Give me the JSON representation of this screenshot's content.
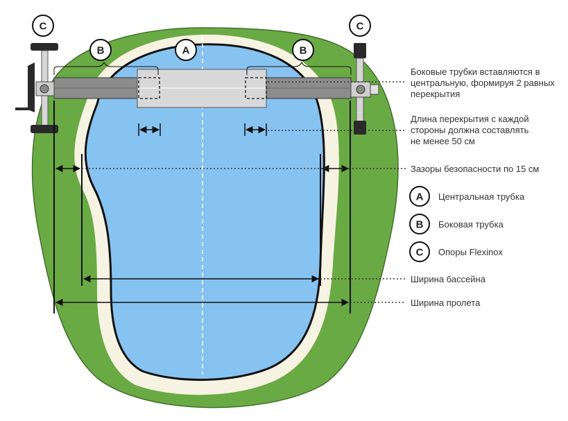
{
  "colors": {
    "grass": "#6aaa44",
    "grass_edge": "#3f6f2a",
    "coping": "#f7f3e3",
    "water": "#87c3f1",
    "pool_outline": "#111111",
    "tube_center": "#d8d8d8",
    "tube_side": "#8c8c8c",
    "support": "#2a2a2a",
    "text": "#333333"
  },
  "badges": {
    "a": "A",
    "b": "B",
    "c": "C"
  },
  "annotations": {
    "overlap_insert": "Боковые трубки вставляются в центральную, формируя 2 равных перекрытия",
    "overlap_insert_line1": "Боковые трубки вставляются в",
    "overlap_insert_line2": "центральную, формируя 2 равных",
    "overlap_insert_line3": "перекрытия",
    "overlap_length_line1": "Длина перекрытия с каждой",
    "overlap_length_line2": "стороны должна составлять",
    "overlap_length_line3": "не менее 50 см",
    "safety_gap": "Зазоры безопасности по 15 см",
    "pool_width": "Ширина бассейна",
    "span_width": "Ширина пролета"
  },
  "legend": [
    {
      "letter": "A",
      "label": "Центральная трубка"
    },
    {
      "letter": "B",
      "label": "Боковая трубка"
    },
    {
      "letter": "C",
      "label": "Опоры Flexinox"
    }
  ]
}
